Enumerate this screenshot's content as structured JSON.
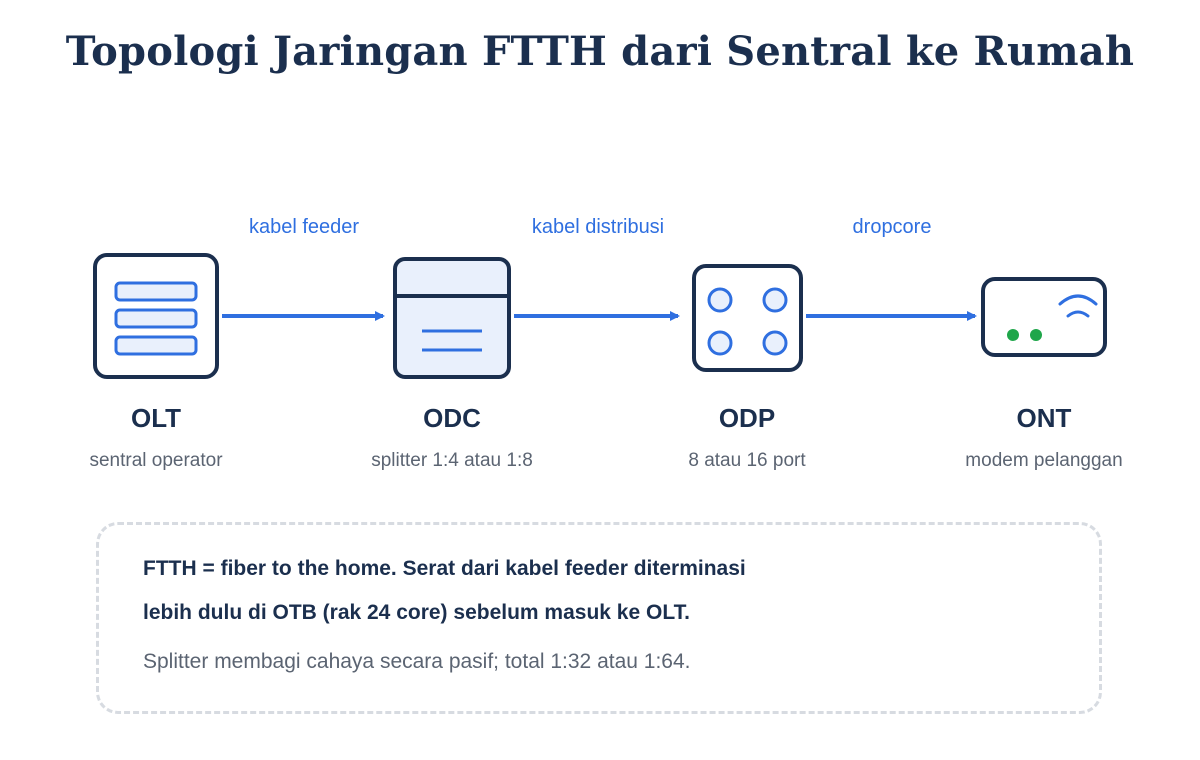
{
  "title": "Topologi Jaringan FTTH dari Sentral ke Rumah",
  "colors": {
    "navy": "#1b2f4e",
    "accent_blue": "#2f6fe0",
    "icon_fill": "#e9f0fc",
    "led_green": "#1fa64a",
    "muted_text": "#5b6472"
  },
  "nodes": [
    {
      "name": "OLT",
      "subtitle": "sentral operator",
      "icon": "server-rack-icon"
    },
    {
      "name": "ODC",
      "subtitle": "splitter 1:4 atau 1:8",
      "icon": "cabinet-icon"
    },
    {
      "name": "ODP",
      "subtitle": "8 atau 16 port",
      "icon": "port-box-icon"
    },
    {
      "name": "ONT",
      "subtitle": "modem pelanggan",
      "icon": "modem-icon"
    }
  ],
  "edges": [
    {
      "label": "kabel feeder"
    },
    {
      "label": "kabel distribusi"
    },
    {
      "label": "dropcore"
    }
  ],
  "note": {
    "line1": "FTTH = fiber to the home. Serat dari kabel feeder diterminasi",
    "line2": "lebih dulu di OTB (rak 24 core) sebelum masuk ke OLT.",
    "line3": "Splitter membagi cahaya secara pasif; total 1:32 atau 1:64."
  }
}
